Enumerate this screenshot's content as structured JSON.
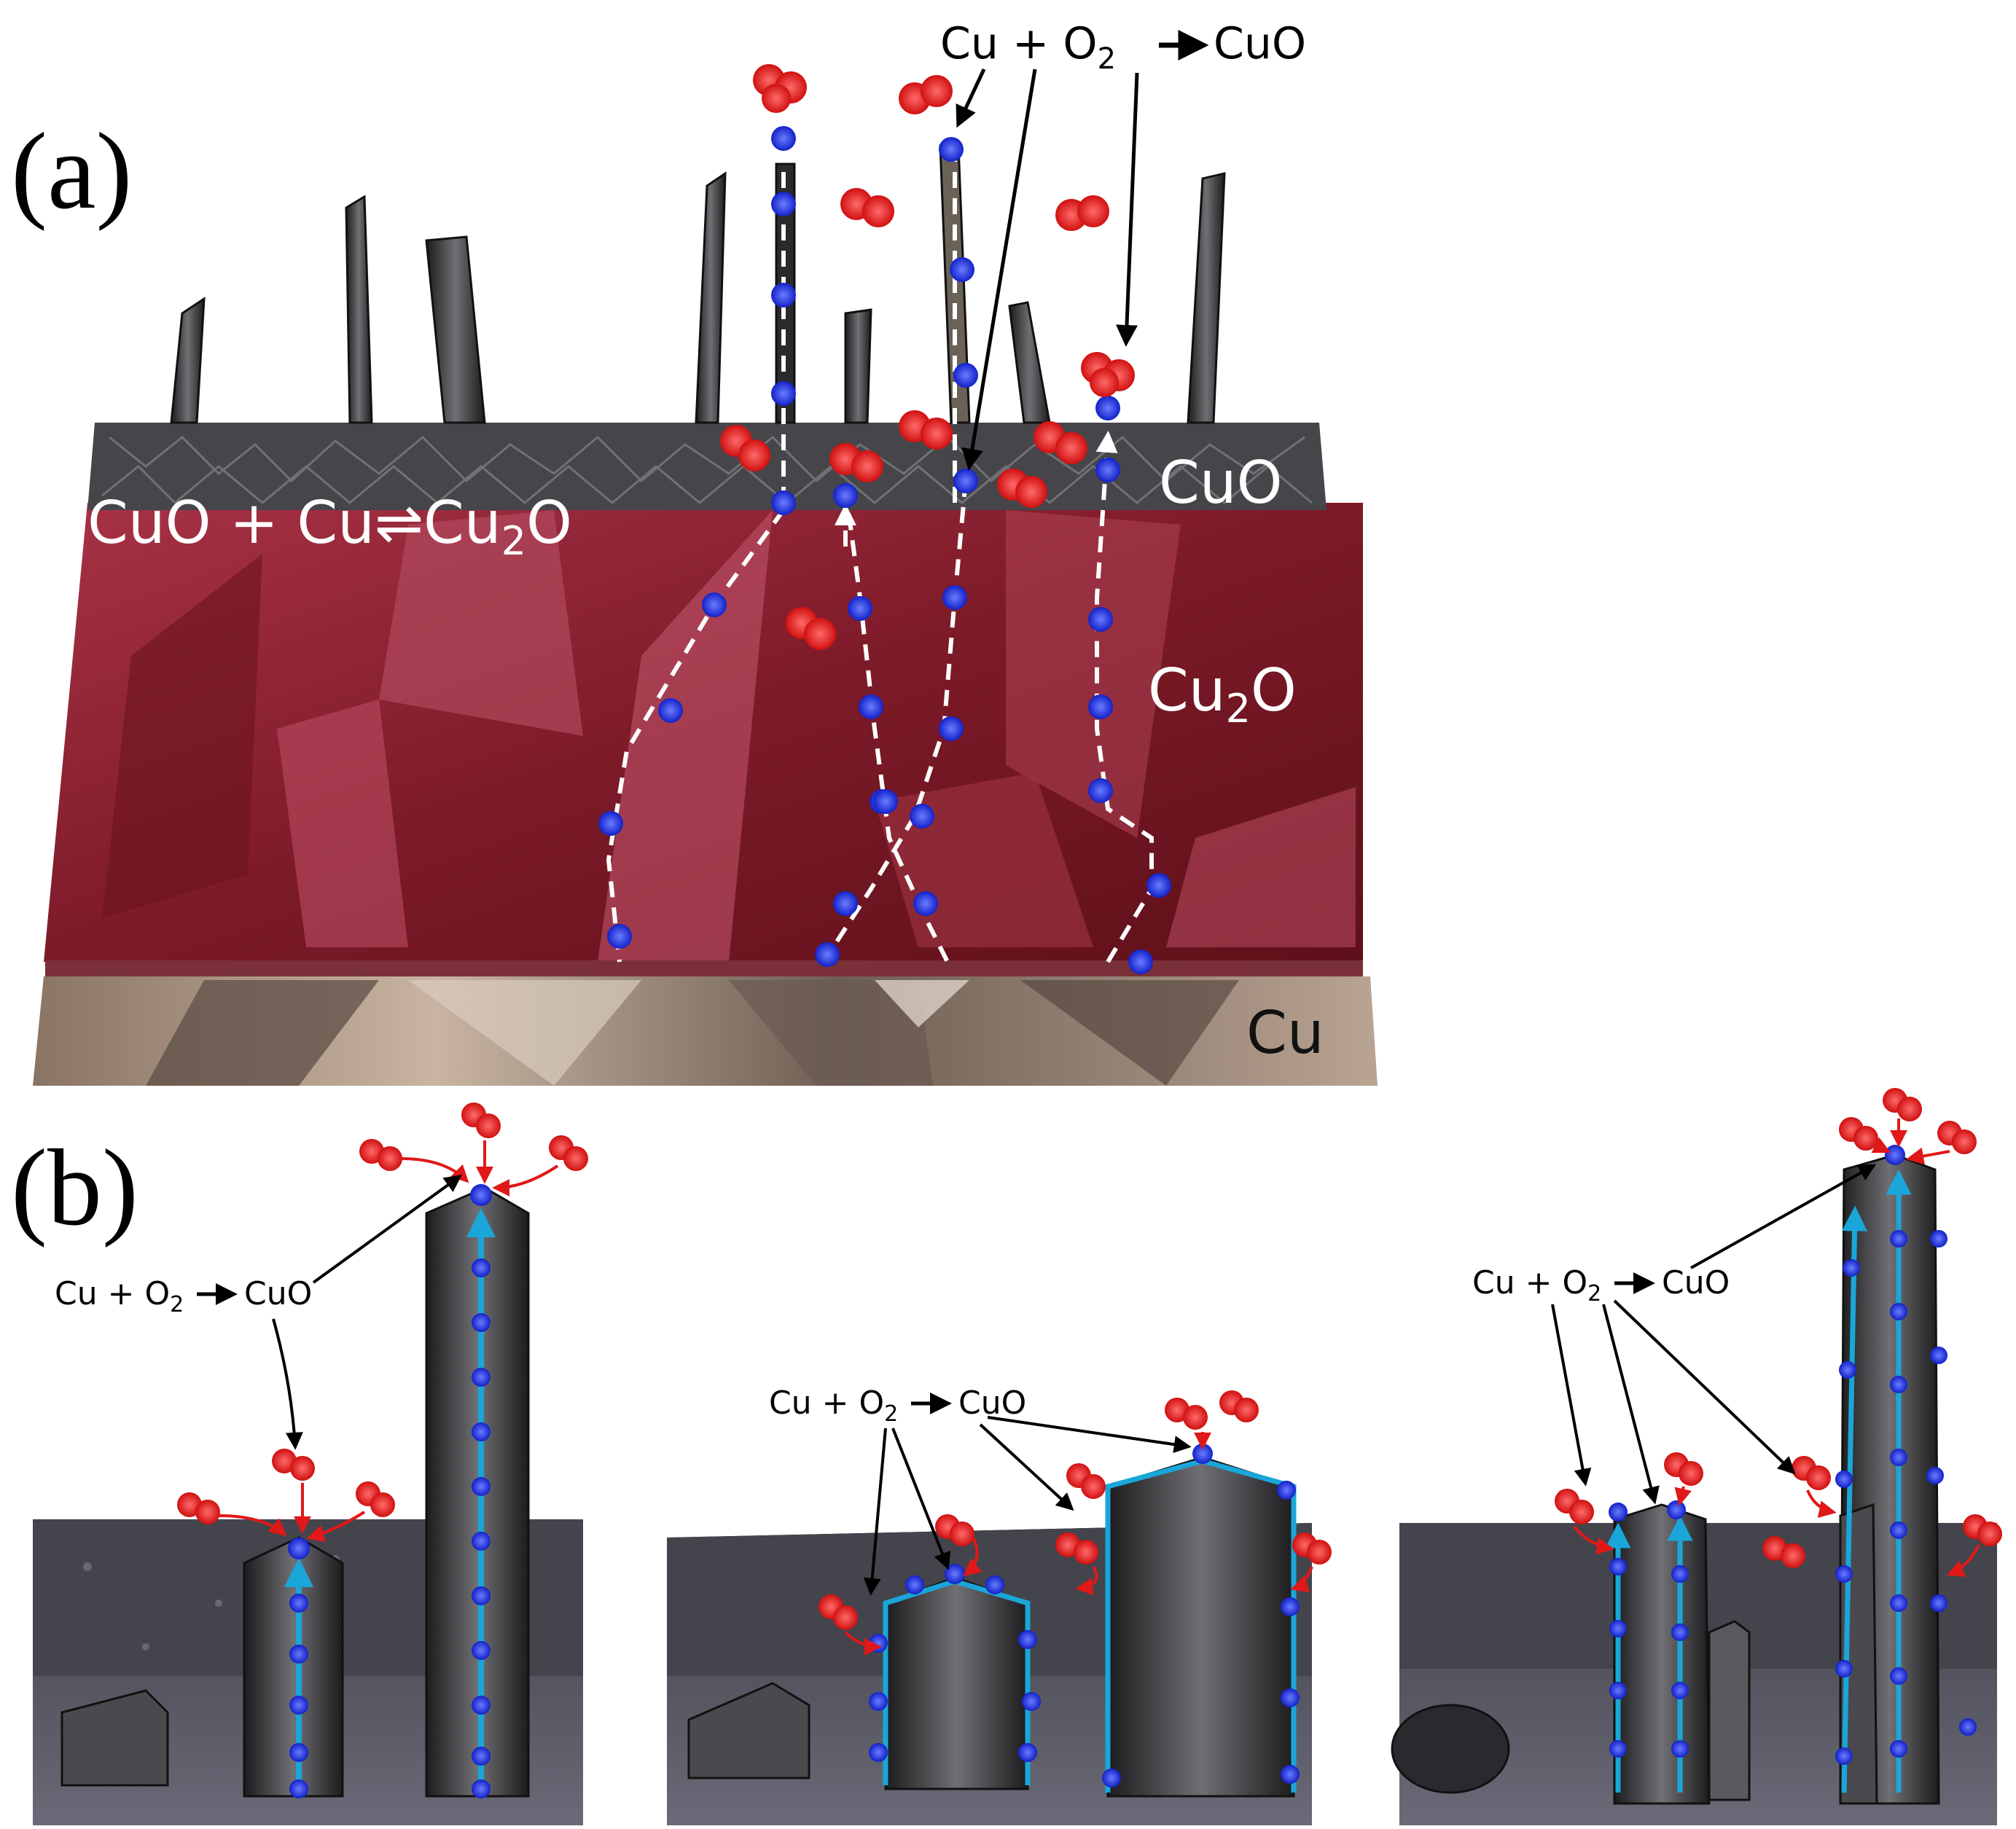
{
  "figure": {
    "panel_a": {
      "letter": "(a)",
      "reaction_top": {
        "lhs": "Cu + O",
        "sub": "2",
        "rhs": "CuO"
      },
      "reaction_left": {
        "lhs": "CuO + Cu",
        "eq": "⇌",
        "rhs": "Cu",
        "sub": "2",
        "tail": "O"
      },
      "layers": {
        "cuo": "CuO",
        "cu2o": {
          "base": "Cu",
          "sub": "2",
          "tail": "O"
        },
        "cu": "Cu"
      },
      "colors": {
        "cuo": "#4a4a4c",
        "cu2o": "#8e2232",
        "cu": "#a08c7c",
        "copper_ion": "#1a2fd8",
        "oxygen": "#e01818"
      }
    },
    "panel_b": {
      "letter": "(b)",
      "reaction_1": {
        "lhs": "Cu + O",
        "sub": "2",
        "rhs": "CuO"
      },
      "reaction_2": {
        "lhs": "Cu + O",
        "sub": "2",
        "rhs": "CuO"
      },
      "reaction_3": {
        "lhs": "Cu + O",
        "sub": "2",
        "rhs": "CuO"
      },
      "colors": {
        "nanowire": "#3a3a3c",
        "diffusion_path": "#1aa6d8",
        "surface": "#52525a"
      }
    }
  }
}
